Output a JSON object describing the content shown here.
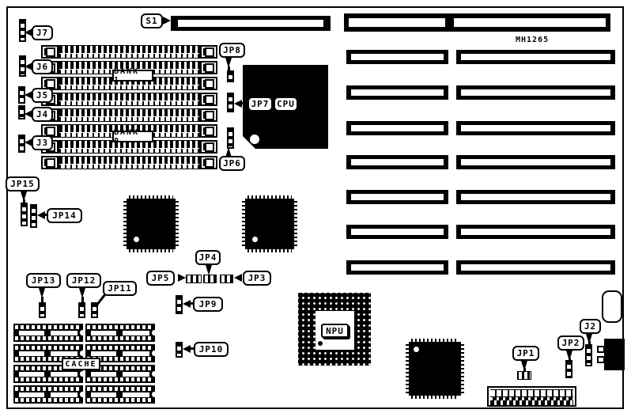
{
  "board": {
    "model": "MH1265"
  },
  "labels": {
    "s1": "S1",
    "j7": "J7",
    "j6": "J6",
    "j5": "J5",
    "j4": "J4",
    "j3": "J3",
    "j2": "J2",
    "jp1": "JP1",
    "jp2": "JP2",
    "jp3": "JP3",
    "jp4": "JP4",
    "jp5": "JP5",
    "jp6": "JP6",
    "jp7": "JP7",
    "jp8": "JP8",
    "jp9": "JP9",
    "jp10": "JP10",
    "jp11": "JP11",
    "jp12": "JP12",
    "jp13": "JP13",
    "jp14": "JP14",
    "jp15": "JP15",
    "cpu": "CPU",
    "npu": "NPU",
    "bank1": "BANK 1",
    "bank0": "BANK 0",
    "cache": "CACHE"
  }
}
